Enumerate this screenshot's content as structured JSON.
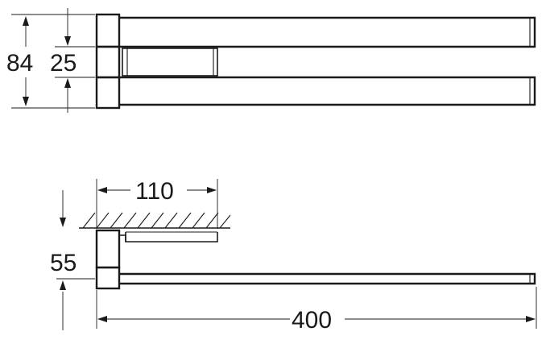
{
  "dimensions": {
    "overall_height": "84",
    "bar_spacing": "25",
    "wall_depth": "110",
    "arm_height": "55",
    "overall_length": "400"
  }
}
